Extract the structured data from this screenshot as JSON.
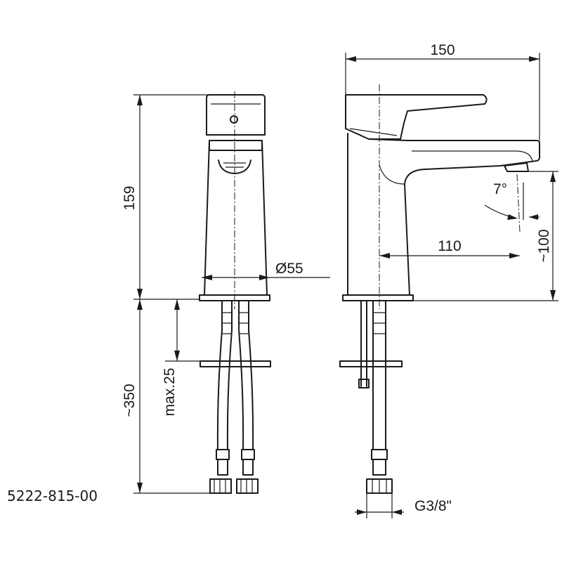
{
  "drawing": {
    "part_number": "5222-815-00",
    "dimensions": {
      "total_height": "159",
      "hose_length": "~350",
      "max_thickness": "max.25",
      "base_diameter": "Ø55",
      "total_depth": "150",
      "spout_reach": "110",
      "spout_height": "~100",
      "spout_angle": "7°",
      "thread": "G3/8\""
    }
  }
}
